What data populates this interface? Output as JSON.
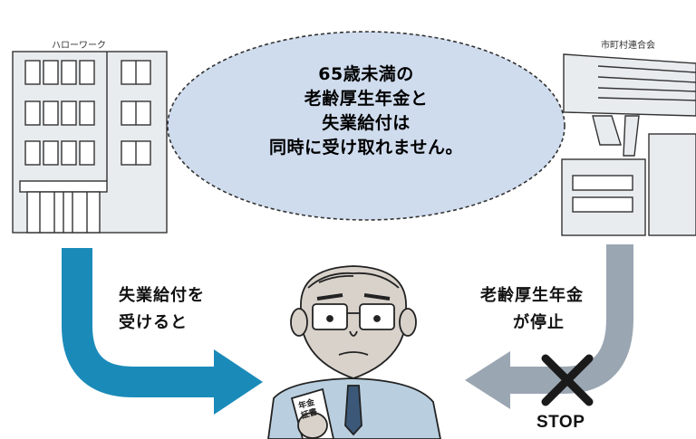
{
  "labels": {
    "hello_work": "ハローワーク",
    "municipal": "市町村連合会"
  },
  "bubble": {
    "line1": "65歳未満の",
    "line2": "老齢厚生年金と",
    "line3": "失業給付は",
    "line4": "同時に受け取れません。"
  },
  "left_flow": {
    "line1": "失業給付を",
    "line2": "受けると"
  },
  "right_flow": {
    "line1": "老齢厚生年金",
    "line2": "が停止"
  },
  "stop_label": "STOP",
  "pension_book": {
    "line1": "年金",
    "line2": "証書"
  },
  "colors": {
    "blue_arrow": "#1a8bb9",
    "gray_arrow": "#9aa6b2",
    "bubble_fill": "#cfdcee",
    "building_fill": "#e9ecef",
    "skin": "#d8d2cb",
    "suit": "#b9cfe0"
  }
}
